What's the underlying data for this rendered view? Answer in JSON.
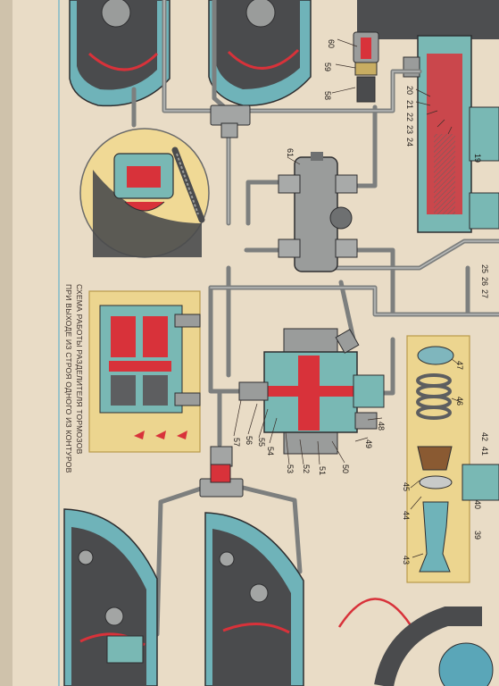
{
  "colors": {
    "paper": "#e9dcc6",
    "pipe": "#8a8c8a",
    "pipe_dark": "#5c5e5c",
    "fluid": "#d8323a",
    "body_blue": "#79b8b4",
    "body_dark": "#2e2e30",
    "wheel_blue": "#6fb3b9",
    "panel_yellow": "#ecd58f",
    "rubber_brown": "#8a5a32",
    "accent_blue": "#5aa6b8"
  },
  "caption": {
    "line1": "СХЕМА РАБОТЫ РАЗДЕЛИТЕЛЯ ТОРМОЗОВ",
    "line2": "ПРИ ВЫХОДЕ ИЗ СТРОЯ ОДНОГО ИЗ КОНТУРОВ"
  },
  "labels": {
    "l60": "60",
    "l59": "59",
    "l58": "58",
    "l61": "61",
    "l20": "20",
    "l21": "21",
    "l22": "22",
    "l23": "23",
    "l24": "24",
    "l19": "19",
    "l25": "25",
    "l26": "26",
    "l27": "27",
    "l47": "47",
    "l46": "46",
    "l42": "42",
    "l41": "41",
    "l45": "45",
    "l44": "44",
    "l40": "40",
    "l39": "39",
    "l43": "43",
    "l48": "48",
    "l49": "49",
    "l50": "50",
    "l51": "51",
    "l52": "52",
    "l53": "53",
    "l54": "54",
    "l55": "55",
    "l56": "56",
    "l57": "57"
  }
}
